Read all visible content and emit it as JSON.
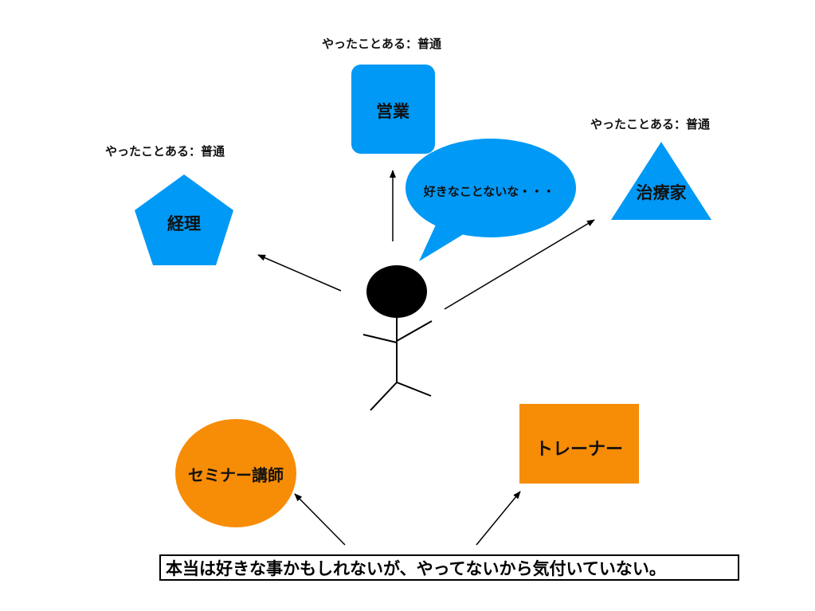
{
  "captions": {
    "sales": "やったことある：普通",
    "accounting": "やったことある：普通",
    "therapist": "やったことある：普通"
  },
  "nodes": {
    "sales": "営業",
    "accounting": "経理",
    "therapist": "治療家",
    "seminar": "セミナー講師",
    "trainer": "トレーナー"
  },
  "speech_bubble": "好きなことないな・・・",
  "bottom_statement": "本当は好きな事かもしれないが、やってないから気付いていない。",
  "colors": {
    "blue": "#0099f5",
    "orange": "#f78c06",
    "black": "#000000"
  }
}
